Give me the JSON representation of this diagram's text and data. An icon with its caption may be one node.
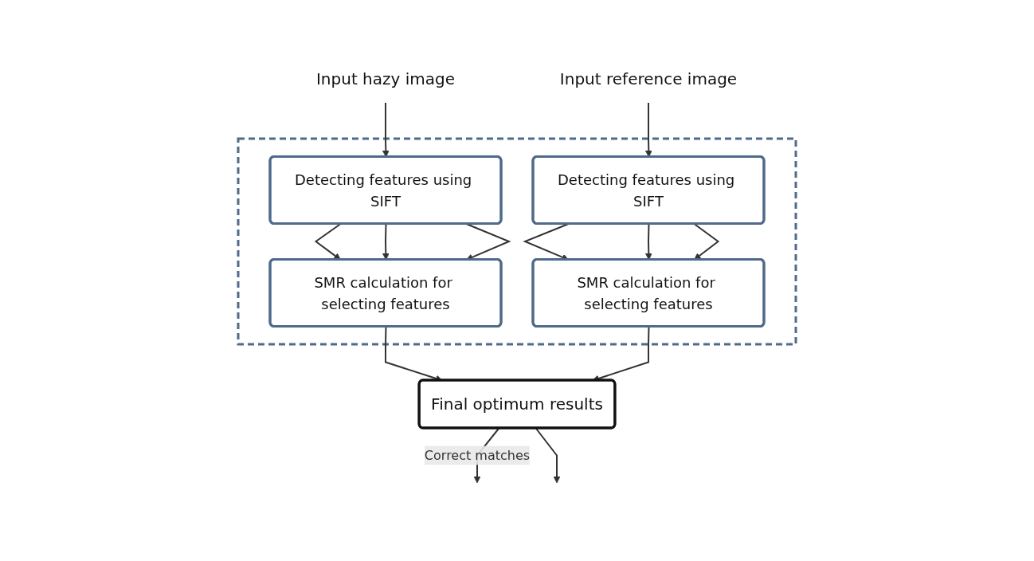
{
  "diagram": {
    "nodes": [
      {
        "text": [
          "Input hazy image"
        ]
      },
      {
        "text": [
          "Input reference image"
        ]
      },
      {
        "text": [],
        "shape": "box"
      },
      {
        "text": [
          "Detecting features using SIFT"
        ],
        "in": 2
      },
      {
        "text": [
          "Detecting features using SIFT"
        ],
        "in": 2
      },
      {
        "text": [
          "SMR calculation for selecting features"
        ],
        "in": 2
      },
      {
        "text": [
          "SMR calculation for selecting features"
        ],
        "in": 2
      },
      {
        "text": [
          "Final optimum results"
        ]
      }
    ],
    "edges": [
      {
        "from": 0,
        "to": 3,
        "arrow": "to"
      },
      {
        "from": 1,
        "to": 4,
        "arrow": "to"
      },
      {
        "from": 3,
        "to": 5,
        "arrow": "to"
      },
      {
        "from": 3,
        "to": 5,
        "arrow": "to"
      },
      {
        "from": 3,
        "to": 5,
        "arrow": "to"
      },
      {
        "from": 4,
        "to": 6,
        "arrow": "to"
      },
      {
        "from": 4,
        "to": 6,
        "arrow": "to"
      },
      {
        "from": 4,
        "to": 6,
        "arrow": "to"
      },
      {
        "from": 5,
        "to": 7,
        "arrow": "to"
      },
      {
        "from": 6,
        "to": 7,
        "arrow": "to"
      },
      {
        "from": 7,
        "to": null,
        "arrow": "to",
        "label": "Correct matches"
      },
      {
        "from": 7,
        "to": null,
        "arrow": "to"
      }
    ]
  }
}
